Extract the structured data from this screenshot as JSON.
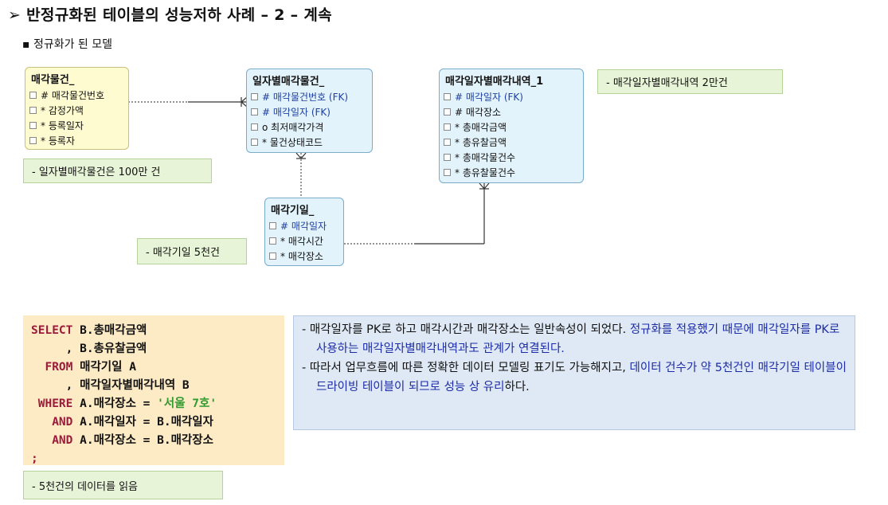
{
  "title": "➢ 반정규화된 테이블의 성능저하 사례 – 2 – 계속",
  "subtitle": {
    "bullet": "▪",
    "text": "정규화가 된 모델"
  },
  "entities": {
    "maegak": {
      "name": "매각물건_",
      "attrs": [
        {
          "text": "# 매각물건번호",
          "fk": false
        },
        {
          "text": "* 감정가액",
          "fk": false
        },
        {
          "text": "* 등록일자",
          "fk": false
        },
        {
          "text": "* 등록자",
          "fk": false
        }
      ]
    },
    "daily": {
      "name": "일자별매각물건_",
      "attrs": [
        {
          "text": "# 매각물건번호  (FK)",
          "fk": true
        },
        {
          "text": "# 매각일자  (FK)",
          "fk": true
        },
        {
          "text": "o 최저매각가격",
          "fk": false
        },
        {
          "text": "* 물건상태코드",
          "fk": false
        }
      ]
    },
    "detail": {
      "name": "매각일자별매각내역_1",
      "attrs": [
        {
          "text": "# 매각일자  (FK)",
          "fk": true
        },
        {
          "text": "# 매각장소",
          "fk": false
        },
        {
          "text": "* 총매각금액",
          "fk": false
        },
        {
          "text": "* 총유찰금액",
          "fk": false
        },
        {
          "text": "* 총매각물건수",
          "fk": false
        },
        {
          "text": "* 총유찰물건수",
          "fk": false
        }
      ]
    },
    "period": {
      "name": "매각기일_",
      "attrs": [
        {
          "text": "# 매각일자",
          "fk": true
        },
        {
          "text": "* 매각시간",
          "fk": false
        },
        {
          "text": "* 매각장소",
          "fk": false
        }
      ]
    }
  },
  "notes": {
    "daily_count": "-  일자별매각물건은 100만 건",
    "detail_count": "-  매각일자별매각내역 2만건",
    "period_count": "-  매각기일 5천건",
    "read_count": "- 5천건의 데이터를 읽음"
  },
  "sql": {
    "l1_kw": "SELECT",
    "l1_rest": " B.총매각금액",
    "l2": "     , B.총유찰금액",
    "l3_kw": "  FROM",
    "l3_rest": " 매각기일 A",
    "l4": "     , 매각일자별매각내역 B",
    "l5_kw": " WHERE",
    "l5_mid": " A.매각장소 = ",
    "l5_str": "'서울 7호'",
    "l6_kw": "   AND",
    "l6_rest": " A.매각일자 = B.매각일자",
    "l7_kw": "   AND",
    "l7_rest": " A.매각장소 = B.매각장소",
    "l8": ";"
  },
  "explanation": {
    "p1_plain": "- 매각일자를 PK로 하고 매각시간과 매각장소는 일반속성이 되었다. ",
    "p1_hl": "정규화를 적용했기 때문에 매각일자를 PK로 사용하는 매각일자별매각내역과도 관계가 연결된다.",
    "p2_plain": "- 따라서 업무흐름에 따른 정확한 데이터 모델링 표기도 가능해지고, ",
    "p2_hl": "데이터 건수가 약 5천건인 매각기일 테이블이 드라이빙 테이블이 되므로 성능 상 유리",
    "p2_tail": "하다."
  },
  "colors": {
    "yellow_entity": "#fffbd0",
    "blue_entity": "#e2f3fb",
    "note_green": "#e8f4d8",
    "sql_bg": "#fdebc6",
    "explain_bg": "#dfe9f5",
    "keyword": "#9b1b3a",
    "string": "#2f9a2f",
    "highlight": "#1c2ba8"
  }
}
